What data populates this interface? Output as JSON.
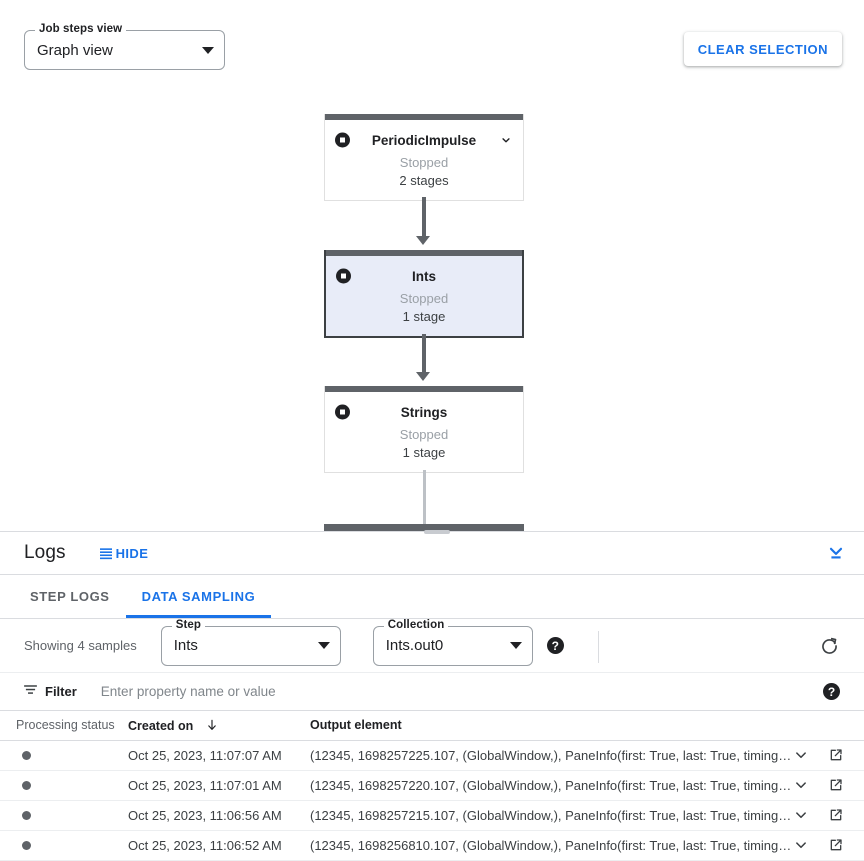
{
  "graph": {
    "job_steps_view": {
      "label": "Job steps view",
      "value": "Graph view"
    },
    "clear_selection_label": "CLEAR SELECTION",
    "nodes": [
      {
        "title": "PeriodicImpulse",
        "status": "Stopped",
        "stages": "2 stages",
        "selected": false,
        "has_chevron": true
      },
      {
        "title": "Ints",
        "status": "Stopped",
        "stages": "1 stage",
        "selected": true,
        "has_chevron": false
      },
      {
        "title": "Strings",
        "status": "Stopped",
        "stages": "1 stage",
        "selected": false,
        "has_chevron": false
      }
    ]
  },
  "logs": {
    "title": "Logs",
    "hide_label": "HIDE",
    "tabs": [
      {
        "label": "STEP LOGS",
        "active": false
      },
      {
        "label": "DATA SAMPLING",
        "active": true
      }
    ],
    "sampling": {
      "showing_text": "Showing 4 samples",
      "step": {
        "label": "Step",
        "value": "Ints"
      },
      "collection": {
        "label": "Collection",
        "value": "Ints.out0"
      },
      "help_glyph": "?"
    },
    "filter": {
      "label": "Filter",
      "placeholder": "Enter property name or value",
      "value": "",
      "help_glyph": "?"
    },
    "table": {
      "columns": [
        "Processing status",
        "Created on",
        "Output element"
      ],
      "sorted_column": "Created on",
      "sort_direction": "descending",
      "rows": [
        {
          "created_on": "Oct 25, 2023, 11:07:07 AM",
          "output_element": "(12345, 1698257225.107, (GlobalWindow,), PaneInfo(first: True, last: True, timing…"
        },
        {
          "created_on": "Oct 25, 2023, 11:07:01 AM",
          "output_element": "(12345, 1698257220.107, (GlobalWindow,), PaneInfo(first: True, last: True, timing…"
        },
        {
          "created_on": "Oct 25, 2023, 11:06:56 AM",
          "output_element": "(12345, 1698257215.107, (GlobalWindow,), PaneInfo(first: True, last: True, timing…"
        },
        {
          "created_on": "Oct 25, 2023, 11:06:52 AM",
          "output_element": "(12345, 1698256810.107, (GlobalWindow,), PaneInfo(first: True, last: True, timing…"
        }
      ]
    }
  },
  "colors": {
    "accent": "#1a73e8",
    "node_bar": "#5f6368",
    "selected_node_fill": "#e8ecf8",
    "muted_text": "#5f6368"
  }
}
